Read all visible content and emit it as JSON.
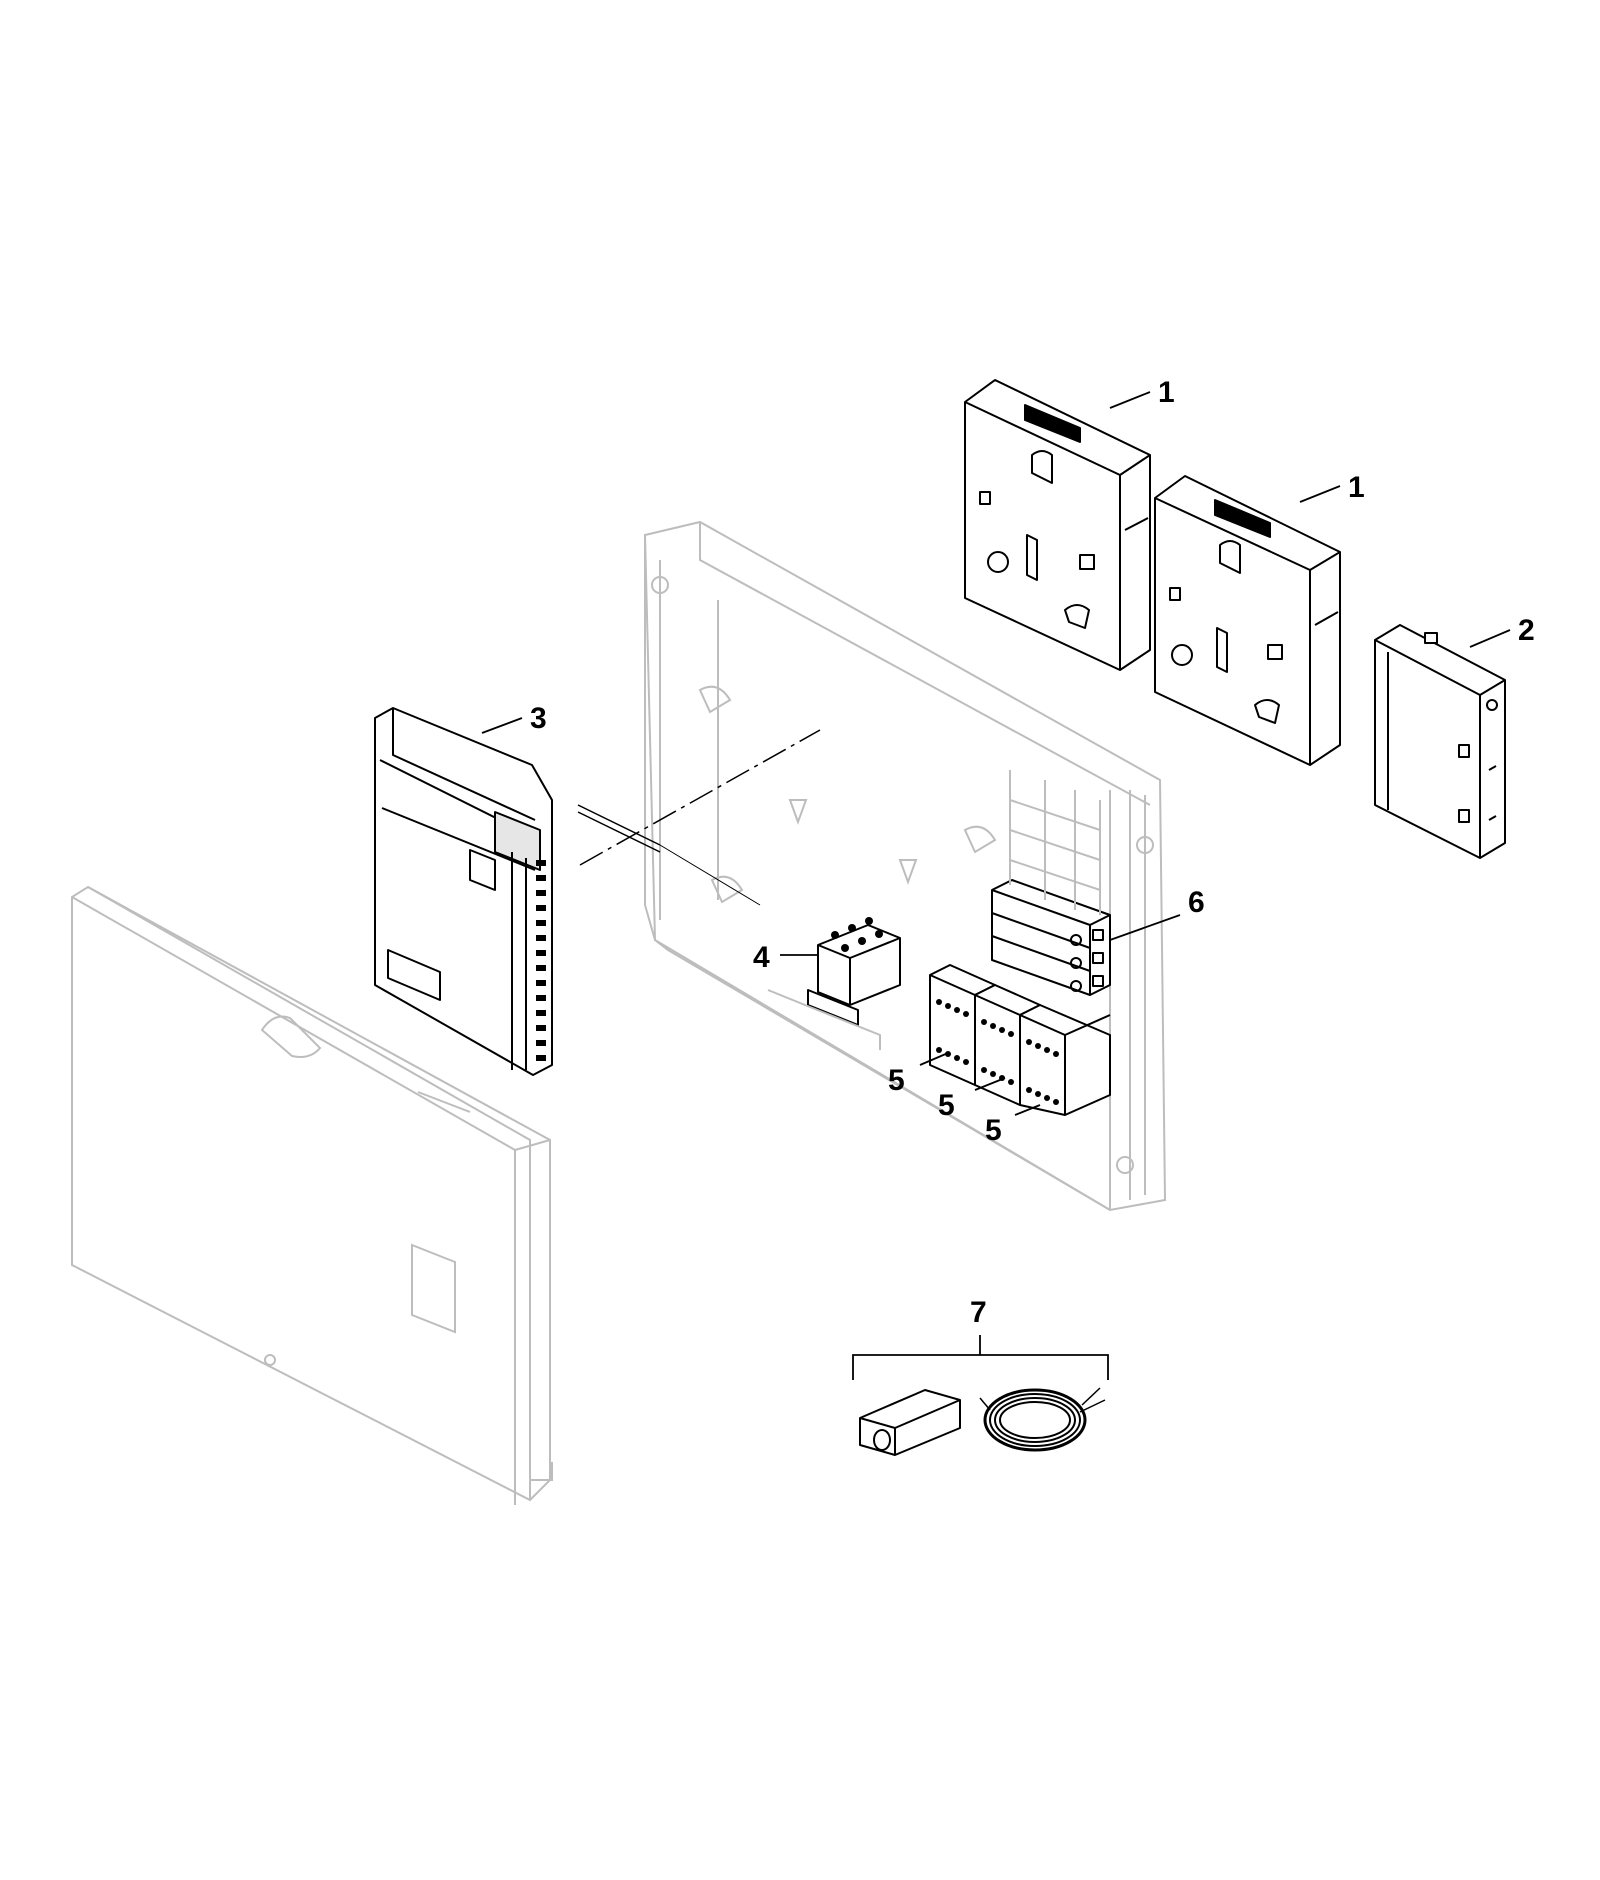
{
  "diagram": {
    "callouts": [
      {
        "id": "c1a",
        "label": "1"
      },
      {
        "id": "c1b",
        "label": "1"
      },
      {
        "id": "c2",
        "label": "2"
      },
      {
        "id": "c3",
        "label": "3"
      },
      {
        "id": "c4",
        "label": "4"
      },
      {
        "id": "c5a",
        "label": "5"
      },
      {
        "id": "c5b",
        "label": "5"
      },
      {
        "id": "c5c",
        "label": "5"
      },
      {
        "id": "c6",
        "label": "6"
      },
      {
        "id": "c7",
        "label": "7"
      }
    ],
    "colors": {
      "ink": "#000000",
      "ghost": "#bdbdbd",
      "fill": "#ffffff",
      "shade": "#e6e6e6"
    }
  }
}
